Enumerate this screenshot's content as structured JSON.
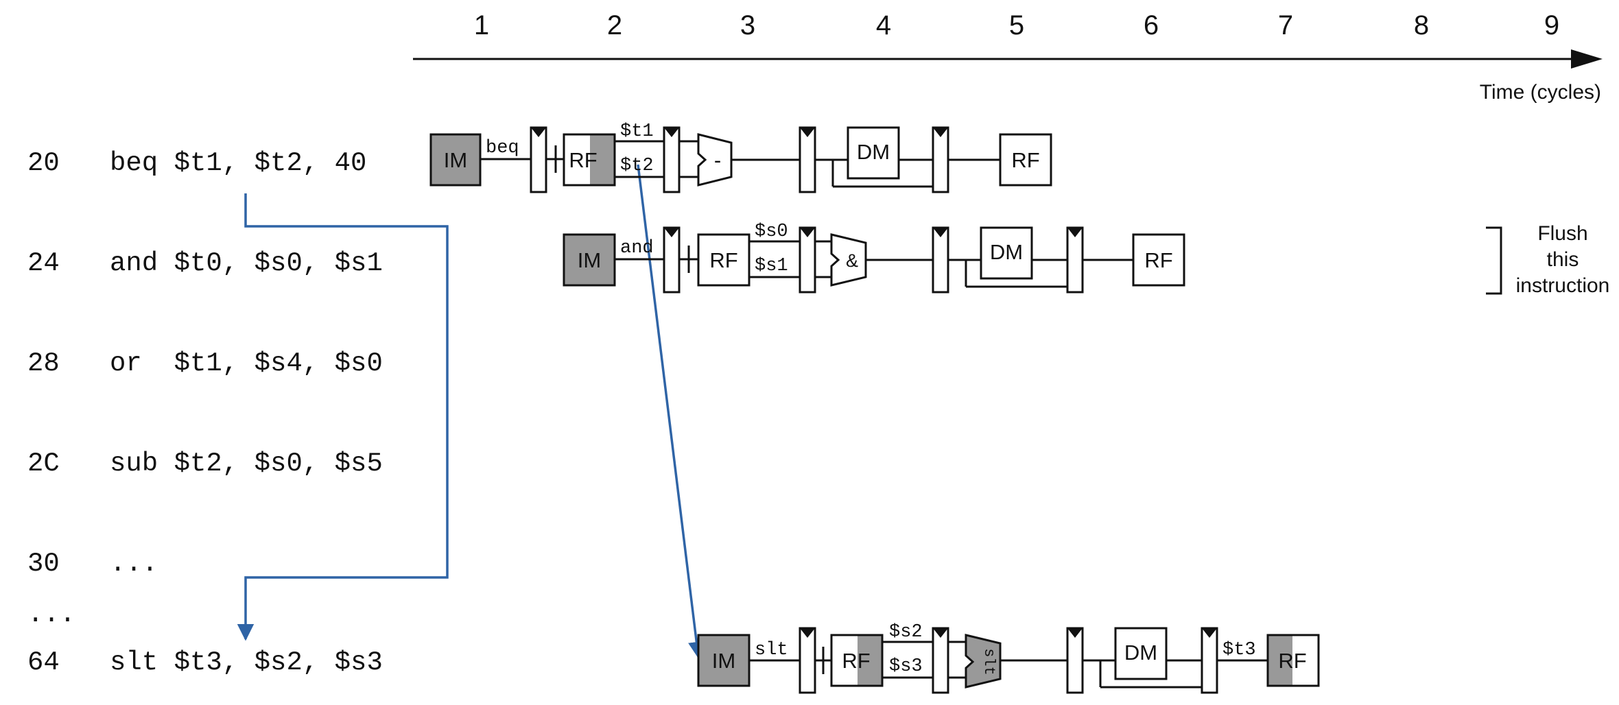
{
  "timeline": {
    "cycles": [
      "1",
      "2",
      "3",
      "4",
      "5",
      "6",
      "7",
      "8",
      "9"
    ],
    "axis_label": "Time (cycles)"
  },
  "program": [
    {
      "addr": "20",
      "instr": "beq $t1, $t2, 40"
    },
    {
      "addr": "24",
      "instr": "and $t0, $s0, $s1"
    },
    {
      "addr": "28",
      "instr": "or  $t1, $s4, $s0"
    },
    {
      "addr": "2C",
      "instr": "sub $t2, $s0, $s5"
    },
    {
      "addr": "30",
      "instr": "..."
    },
    {
      "addr": "...",
      "instr": ""
    },
    {
      "addr": "64",
      "instr": "slt $t3, $s2, $s3"
    }
  ],
  "blocks": {
    "im": "IM",
    "rf": "RF",
    "dm": "DM"
  },
  "pipelines": {
    "beq": {
      "op": "beq",
      "src1": "$t1",
      "src2": "$t2",
      "alu": "-"
    },
    "and": {
      "op": "and",
      "src1": "$s0",
      "src2": "$s1",
      "alu": "&"
    },
    "slt": {
      "op": "slt",
      "src1": "$s2",
      "src2": "$s3",
      "alu": "slt",
      "dest": "$t3"
    }
  },
  "flush_note": [
    "Flush",
    "this",
    "instruction"
  ],
  "colors": {
    "arrow": "#2f64a6",
    "shaded": "#999999",
    "ink": "#111111"
  }
}
